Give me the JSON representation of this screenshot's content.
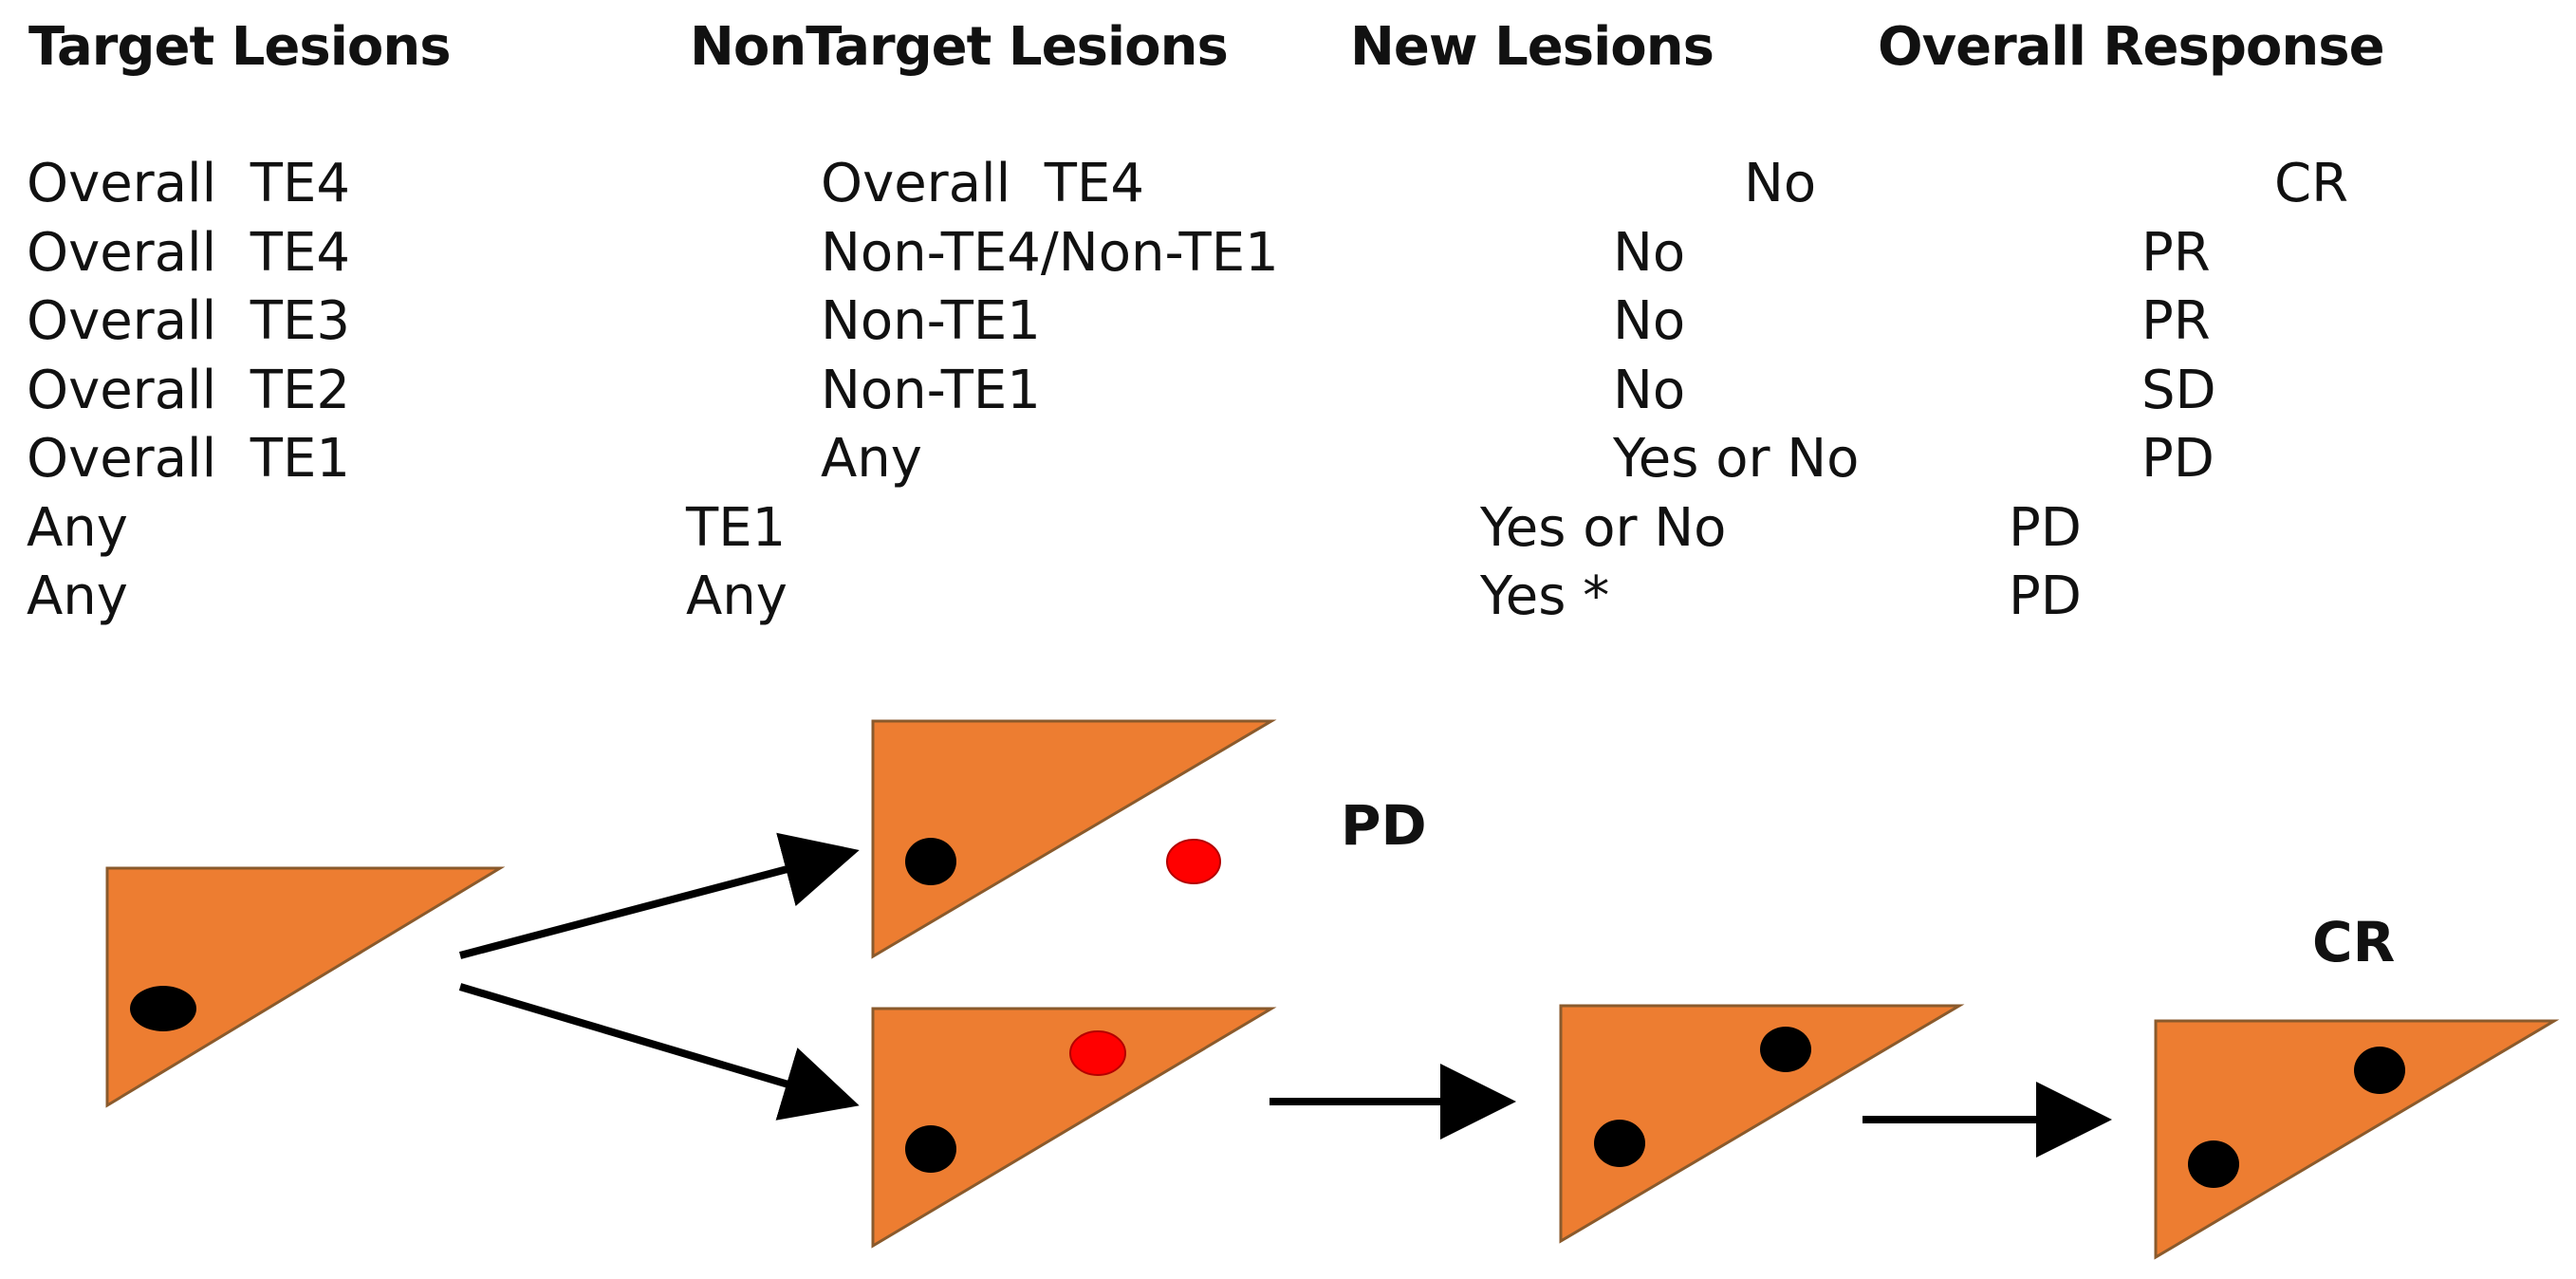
{
  "table": {
    "headers": [
      "Target Lesions",
      "NonTarget Lesions",
      "New Lesions",
      "Overall Response"
    ],
    "rows": [
      [
        "Overall  TE4",
        "Overall  TE4",
        "No",
        "CR"
      ],
      [
        "Overall  TE4",
        "Non-TE4/Non-TE1",
        "No",
        "PR"
      ],
      [
        "Overall  TE3",
        "Non-TE1",
        "No",
        "PR"
      ],
      [
        "Overall  TE2",
        "Non-TE1",
        "No",
        "SD"
      ],
      [
        "Overall  TE1",
        "Any",
        "Yes or No",
        "PD"
      ],
      [
        "Any",
        "TE1",
        "Yes or No",
        "PD"
      ],
      [
        "Any",
        "Any",
        "Yes *",
        "PD"
      ]
    ]
  },
  "diagram": {
    "labels": {
      "pd": "PD",
      "cr": "CR"
    },
    "colors": {
      "triangle": "#ED7D31",
      "lesion": "#000000",
      "new_lesion": "#FF0000",
      "arrow": "#000000"
    }
  }
}
